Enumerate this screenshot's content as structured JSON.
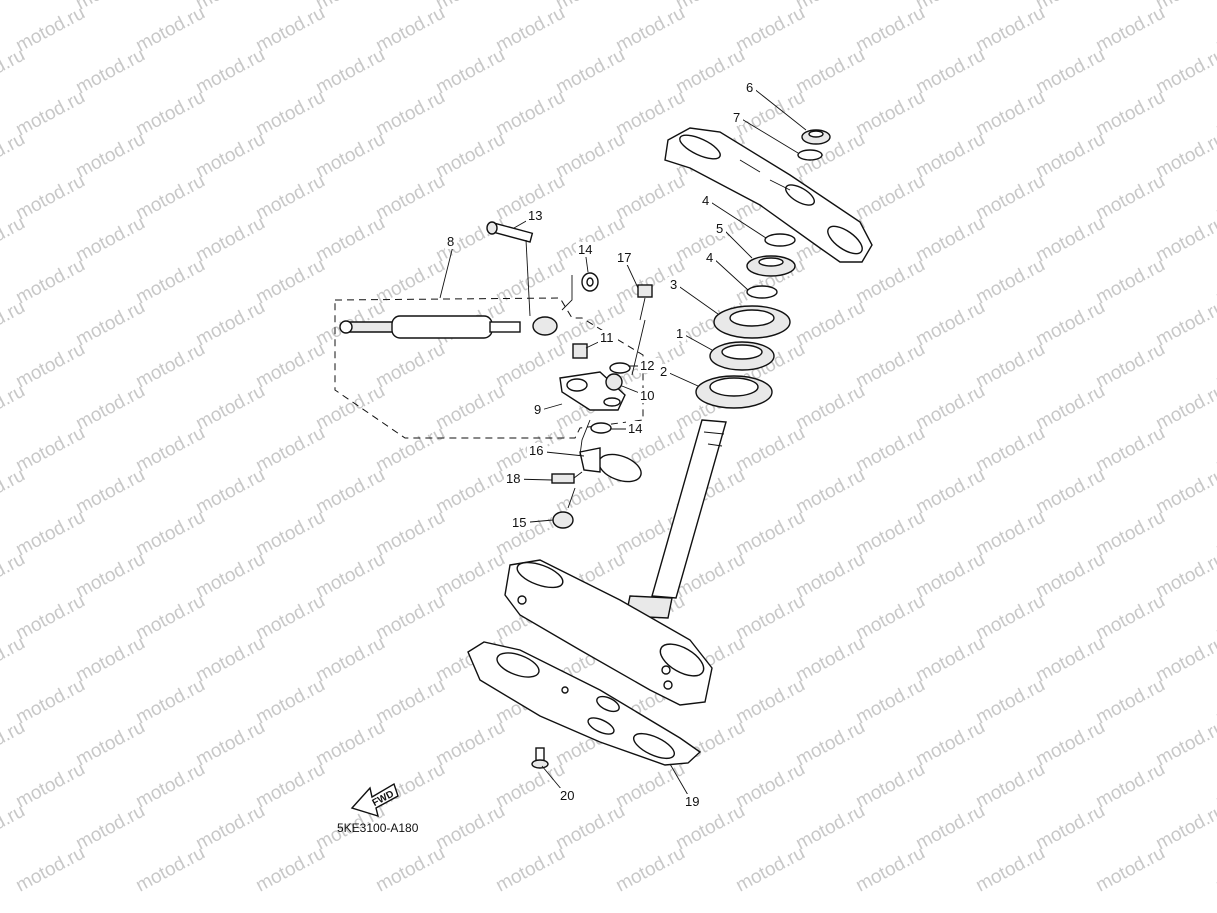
{
  "watermark": {
    "text": "motod.ru",
    "color": "#c8c8c8"
  },
  "diagram_code": "5KE3100-A180",
  "fwd_label": "FWD",
  "callouts": [
    {
      "id": "c1",
      "label": "1"
    },
    {
      "id": "c2",
      "label": "2"
    },
    {
      "id": "c3",
      "label": "3"
    },
    {
      "id": "c4a",
      "label": "4"
    },
    {
      "id": "c4b",
      "label": "4"
    },
    {
      "id": "c5",
      "label": "5"
    },
    {
      "id": "c6",
      "label": "6"
    },
    {
      "id": "c7",
      "label": "7"
    },
    {
      "id": "c8",
      "label": "8"
    },
    {
      "id": "c9",
      "label": "9"
    },
    {
      "id": "c10",
      "label": "10"
    },
    {
      "id": "c11",
      "label": "11"
    },
    {
      "id": "c12",
      "label": "12"
    },
    {
      "id": "c13",
      "label": "13"
    },
    {
      "id": "c14a",
      "label": "14"
    },
    {
      "id": "c14b",
      "label": "14"
    },
    {
      "id": "c15",
      "label": "15"
    },
    {
      "id": "c16",
      "label": "16"
    },
    {
      "id": "c17",
      "label": "17"
    },
    {
      "id": "c18",
      "label": "18"
    },
    {
      "id": "c19",
      "label": "19"
    },
    {
      "id": "c20",
      "label": "20"
    }
  ]
}
